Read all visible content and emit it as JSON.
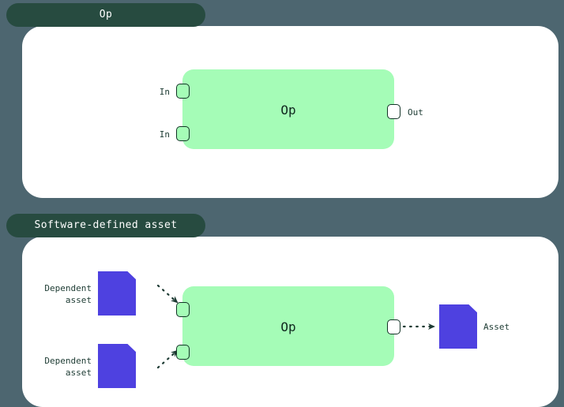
{
  "theme": {
    "background": "#4d6670",
    "tab_background": "#274b40",
    "tab_text": "#ffffff",
    "card_background": "#ffffff",
    "op_fill": "#a5fcb7",
    "op_text": "#10291f",
    "port_stroke": "#123326",
    "asset_fill": "#4e41e0",
    "label_text": "#1d3b33",
    "edge_stroke": "#1d3b33"
  },
  "panels": [
    {
      "tab_label": "Op",
      "op": {
        "title": "Op",
        "inputs": [
          {
            "label": "In"
          },
          {
            "label": "In"
          }
        ],
        "outputs": [
          {
            "label": "Out"
          }
        ]
      },
      "upstream_assets": [],
      "downstream_assets": []
    },
    {
      "tab_label": "Software-defined asset",
      "op": {
        "title": "Op",
        "inputs": [
          {
            "label": ""
          },
          {
            "label": ""
          }
        ],
        "outputs": [
          {
            "label": ""
          }
        ]
      },
      "upstream_assets": [
        {
          "label": "Dependent\nasset",
          "icon": "asset-document-icon"
        },
        {
          "label": "Dependent\nasset",
          "icon": "asset-document-icon"
        }
      ],
      "downstream_assets": [
        {
          "label": "Asset",
          "icon": "asset-document-icon"
        }
      ]
    }
  ]
}
